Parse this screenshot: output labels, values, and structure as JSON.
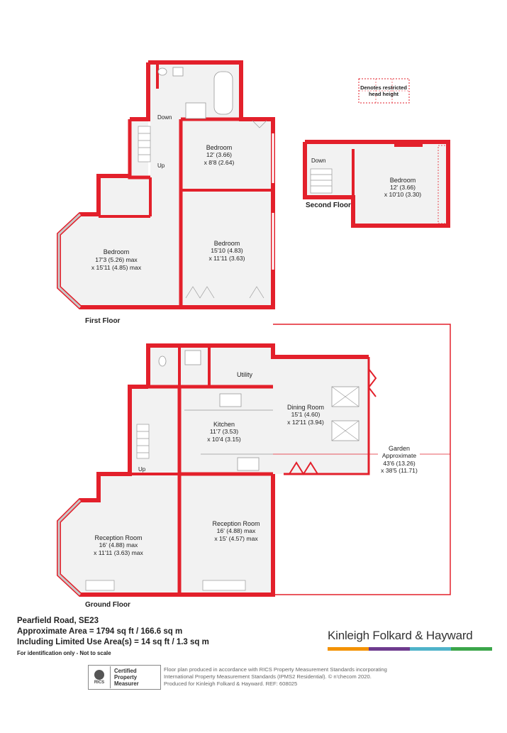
{
  "legend": {
    "text_line1": "Denotes restricted",
    "text_line2": "head height"
  },
  "first_floor": {
    "label": "First Floor",
    "labels": {
      "down": "Down",
      "up": "Up"
    },
    "rooms": {
      "bedroom_a": {
        "name": "Bedroom",
        "dim1": "12' (3.66)",
        "dim2": "x 8'8 (2.64)"
      },
      "bedroom_b": {
        "name": "Bedroom",
        "dim1": "15'10 (4.83)",
        "dim2": "x 11'11 (3.63)"
      },
      "bedroom_c": {
        "name": "Bedroom",
        "dim1": "17'3 (5.26) max",
        "dim2": "x 15'11 (4.85) max"
      }
    }
  },
  "second_floor": {
    "label": "Second Floor",
    "labels": {
      "down": "Down"
    },
    "rooms": {
      "bedroom": {
        "name": "Bedroom",
        "dim1": "12' (3.66)",
        "dim2": "x 10'10 (3.30)"
      }
    }
  },
  "ground_floor": {
    "label": "Ground Floor",
    "labels": {
      "up": "Up"
    },
    "rooms": {
      "utility": {
        "name": "Utility"
      },
      "dining": {
        "name": "Dining Room",
        "dim1": "15'1 (4.60)",
        "dim2": "x 12'11 (3.94)"
      },
      "kitchen": {
        "name": "Kitchen",
        "dim1": "11'7 (3.53)",
        "dim2": "x 10'4 (3.15)"
      },
      "garden": {
        "name": "Garden",
        "line2": "Approximate",
        "dim1": "43'6 (13.26)",
        "dim2": "x 38'5 (11.71)"
      },
      "reception_left": {
        "name": "Reception Room",
        "dim1": "16' (4.88) max",
        "dim2": "x 11'11 (3.63) max"
      },
      "reception_right": {
        "name": "Reception Room",
        "dim1": "16' (4.88) max",
        "dim2": "x 15' (4.57) max"
      }
    }
  },
  "info": {
    "address": "Pearfield Road, SE23",
    "area": "Approximate Area = 1794 sq ft / 166.6 sq m",
    "limited": "Including Limited Use Area(s) = 14 sq ft / 1.3 sq m",
    "note": "For identification only - Not to scale"
  },
  "brand": {
    "name": "Kinleigh Folkard & Hayward",
    "colors": [
      "#f39200",
      "#6e3b8e",
      "#4fb3c9",
      "#3ba64a"
    ]
  },
  "rics": {
    "logo_text": "RICS",
    "line1": "Certified",
    "line2": "Property",
    "line3": "Measurer"
  },
  "disclaimer": {
    "line1": "Floor plan produced in accordance with RICS Property Measurement Standards incorporating",
    "line2": "International Property Measurement Standards (IPMS2 Residential).  © n'checom 2020.",
    "line3": "Produced for Kinleigh Folkard & Hayward.   REF: 608025"
  },
  "colors": {
    "wall": "#e3202b",
    "floor": "#f2f2f2"
  }
}
